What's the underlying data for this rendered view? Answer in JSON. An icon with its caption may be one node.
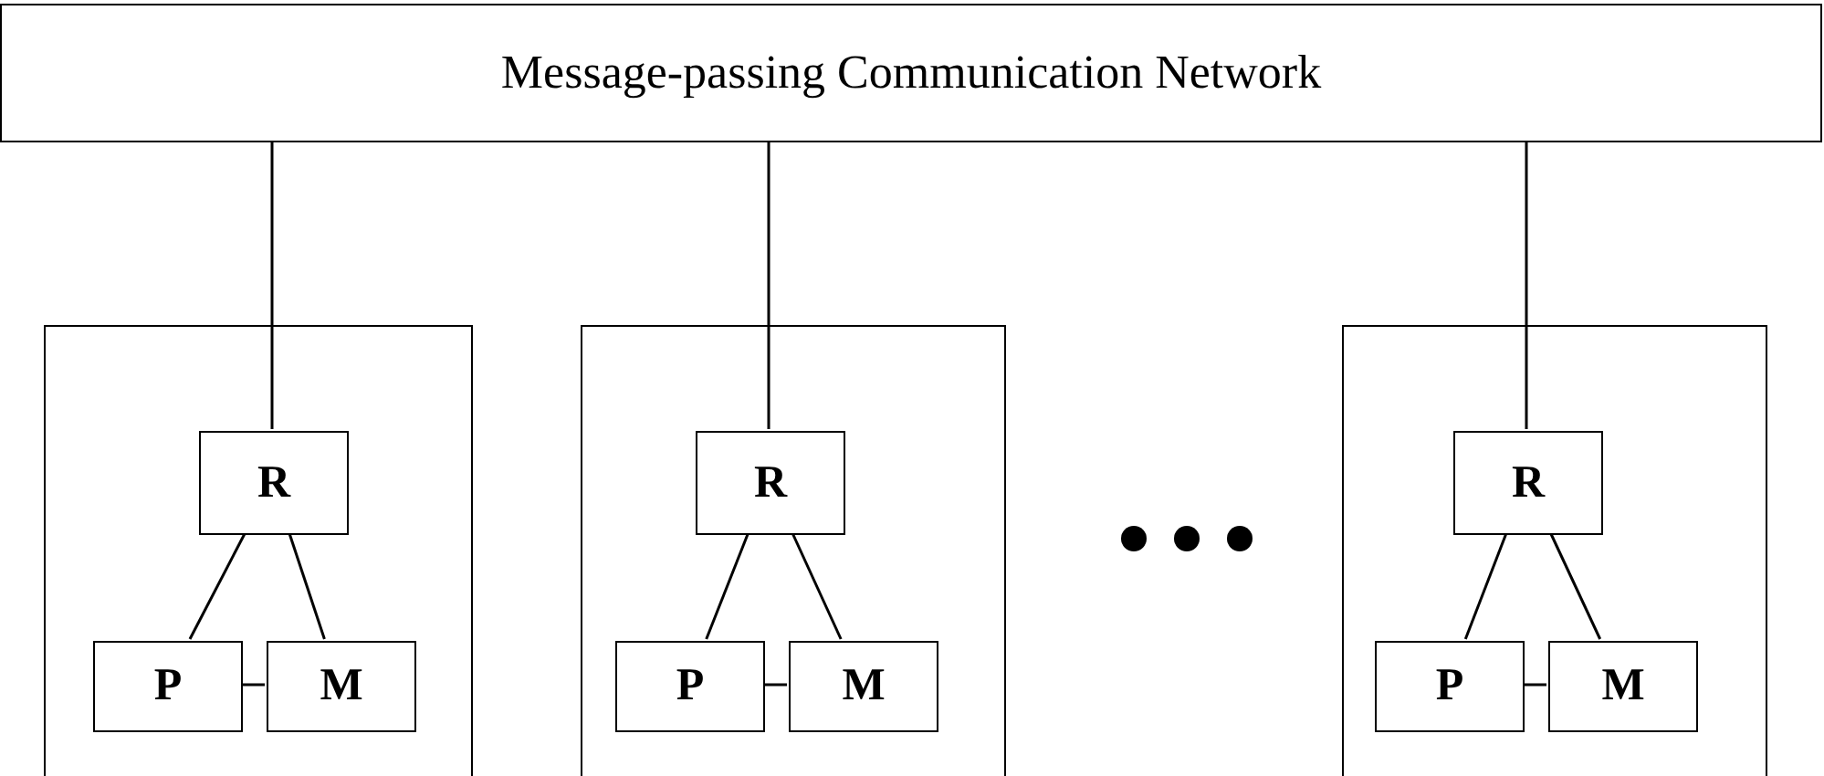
{
  "diagram": {
    "nodes": [
      {
        "text": [
          "Message-passing Communication Network"
        ]
      },
      {
        "text": [],
        "shape": "box"
      },
      {
        "text": [
          "R"
        ],
        "in": 1
      },
      {
        "text": [
          "P"
        ],
        "in": 1
      },
      {
        "text": [
          "M"
        ],
        "in": 1
      },
      {
        "text": [],
        "shape": "box"
      },
      {
        "text": [
          "R"
        ],
        "in": 5
      },
      {
        "text": [
          "P"
        ],
        "in": 5
      },
      {
        "text": [
          "M"
        ],
        "in": 5
      },
      {
        "text": [],
        "shape": "box"
      },
      {
        "text": [
          "R"
        ],
        "in": 9
      },
      {
        "text": [
          "P"
        ],
        "in": 9
      },
      {
        "text": [
          "M"
        ],
        "in": 9
      }
    ],
    "edges": [
      {
        "from": 0,
        "to": 2,
        "arrow": "none"
      },
      {
        "from": 2,
        "to": 3,
        "arrow": "none"
      },
      {
        "from": 2,
        "to": 4,
        "arrow": "none"
      },
      {
        "from": 3,
        "to": 4,
        "arrow": "none"
      },
      {
        "from": 0,
        "to": 6,
        "arrow": "none"
      },
      {
        "from": 6,
        "to": 7,
        "arrow": "none"
      },
      {
        "from": 6,
        "to": 8,
        "arrow": "none"
      },
      {
        "from": 7,
        "to": 8,
        "arrow": "none"
      },
      {
        "from": 0,
        "to": 10,
        "arrow": "none"
      },
      {
        "from": 10,
        "to": 11,
        "arrow": "none"
      },
      {
        "from": 10,
        "to": 12,
        "arrow": "none"
      },
      {
        "from": 11,
        "to": 12,
        "arrow": "none"
      }
    ]
  }
}
